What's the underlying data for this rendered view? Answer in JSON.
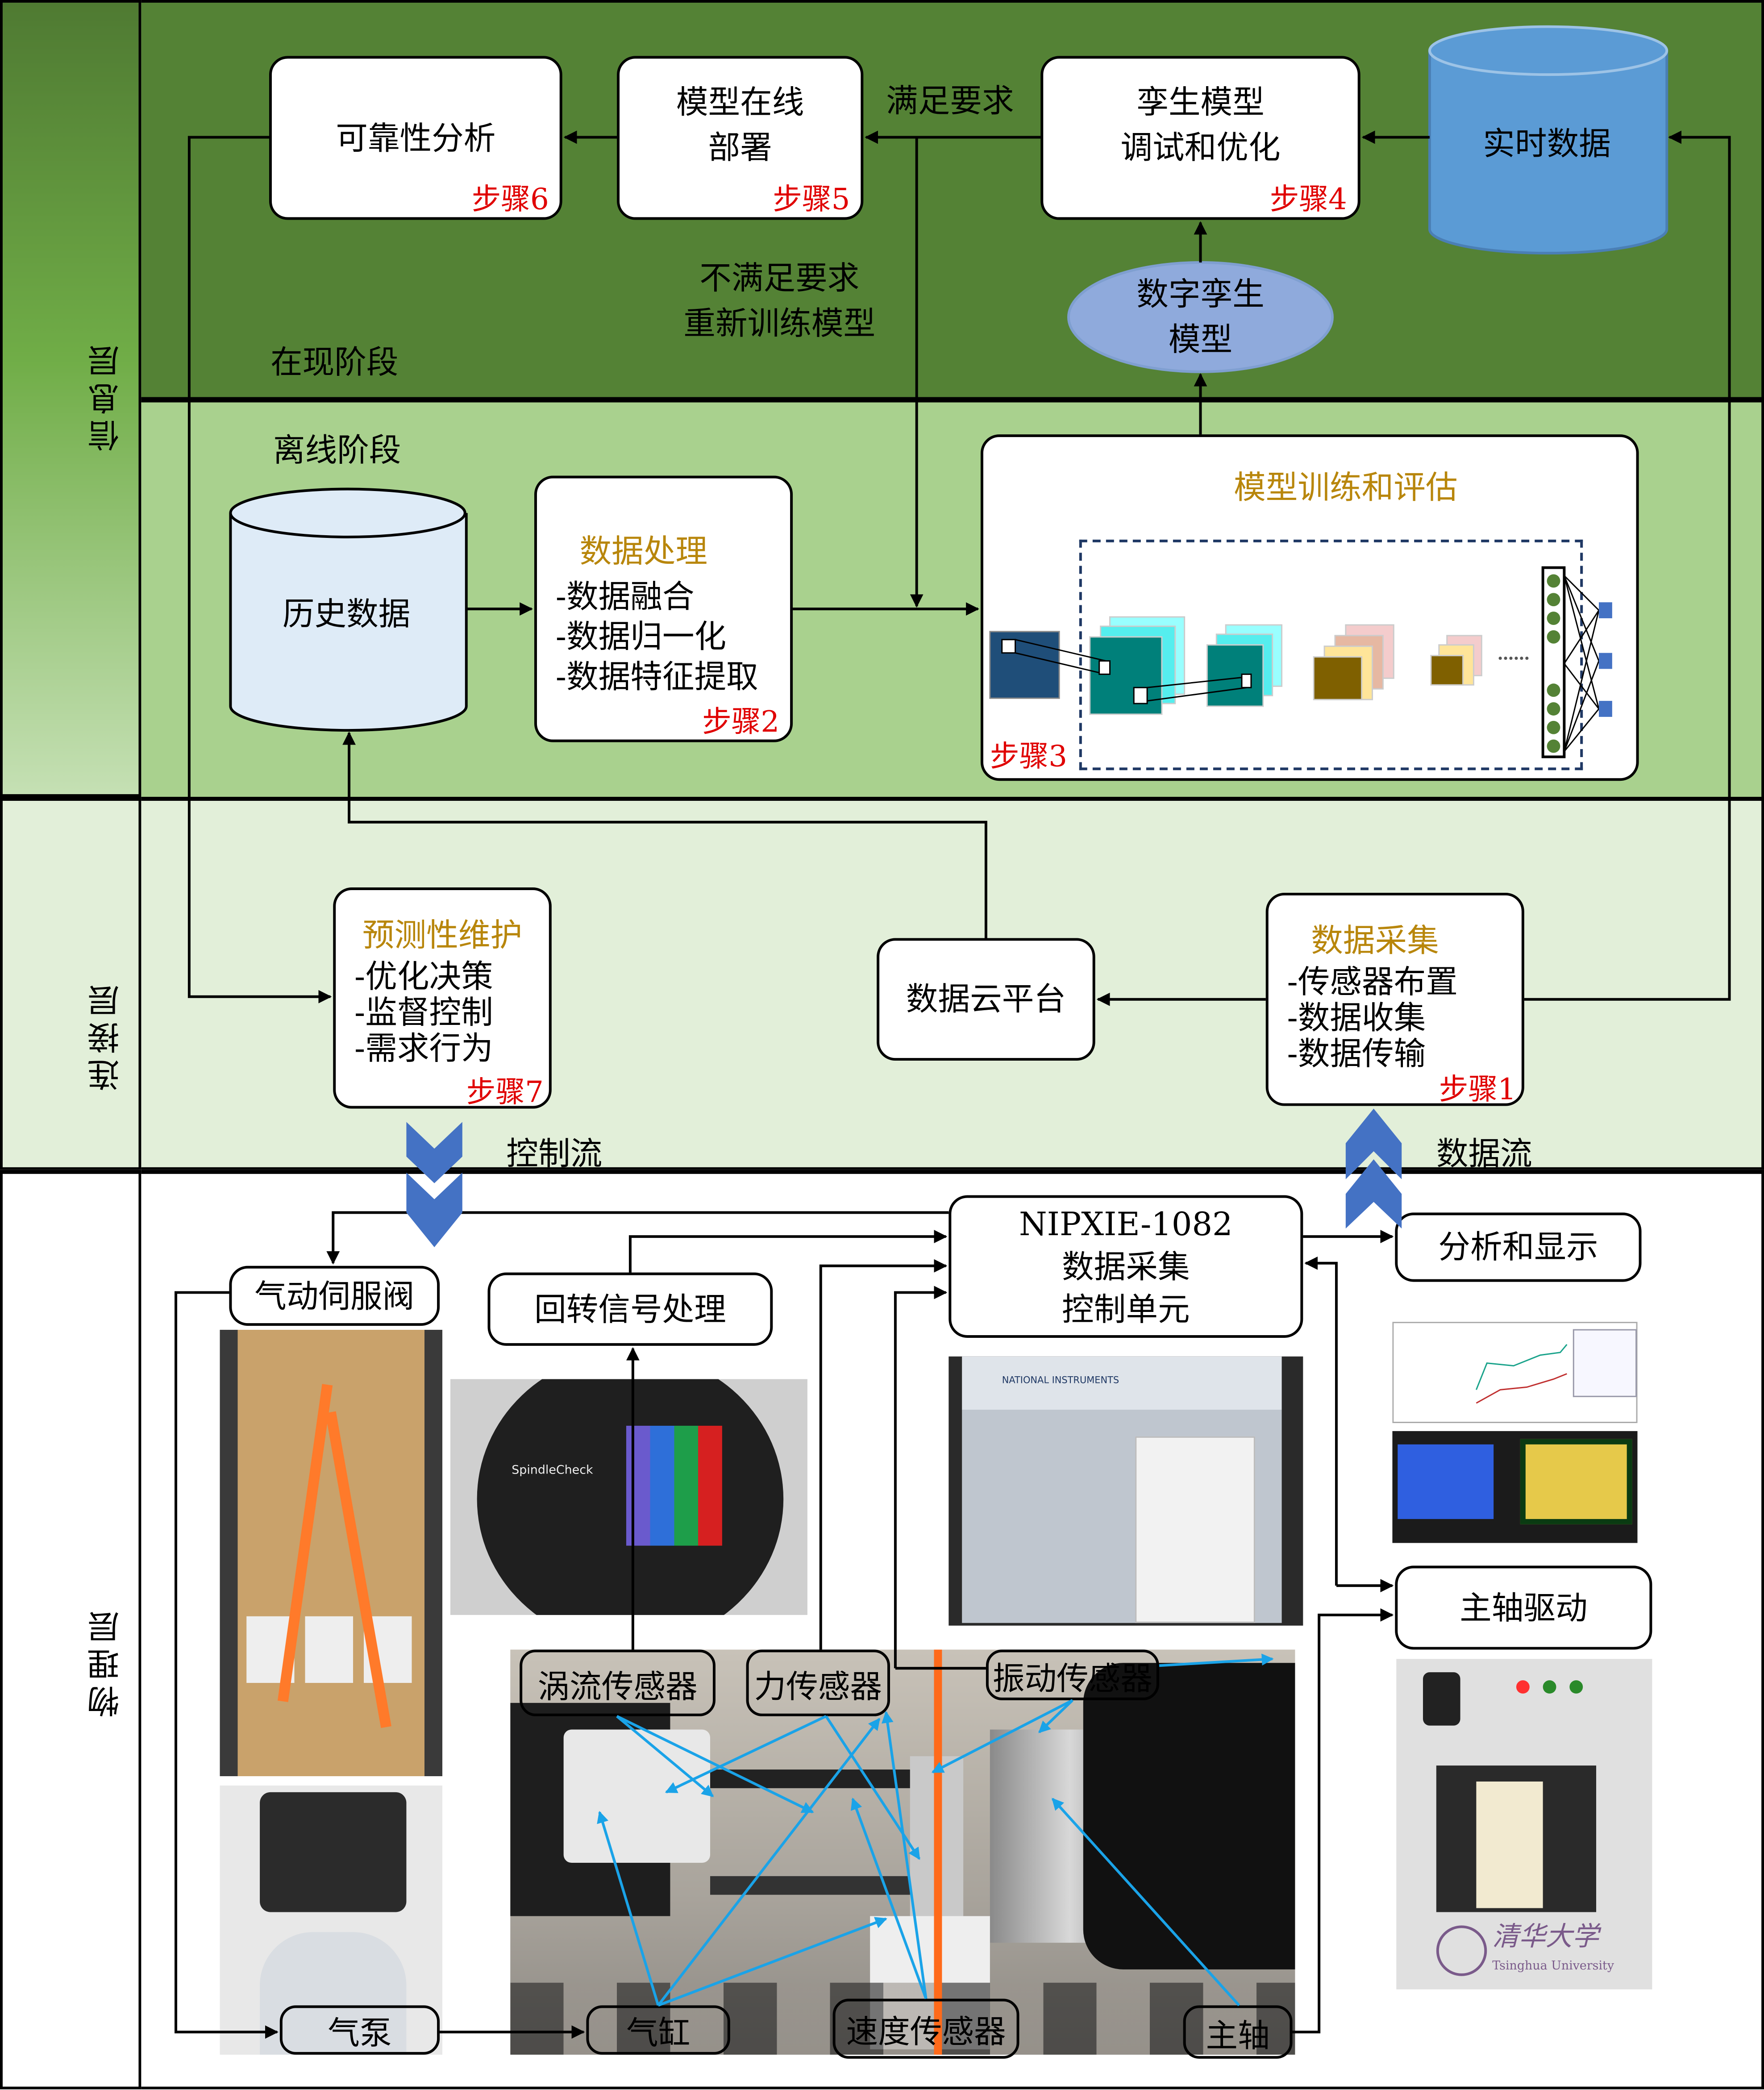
{
  "layers": {
    "info": "信息层",
    "connection": "连接层",
    "physical": "物理层"
  },
  "colors": {
    "online_bg": "#548235",
    "offline_bg": "#a9d18e",
    "connection_bg": "#e2efd9",
    "realtime_db": "#5b9bd5",
    "twin_ellipse": "#8faadc",
    "history_db": "#deebf7",
    "step": "#e00000",
    "heading": "#b8860b",
    "arrow_blue": "#4472c4",
    "pointer_cyan": "#1aa3e8"
  },
  "info": {
    "online_stage": "在现阶段",
    "offline_stage": "离线阶段",
    "reliability": {
      "label": "可靠性分析",
      "step": "步骤6"
    },
    "deploy": {
      "line1": "模型在线",
      "line2": "部署",
      "step": "步骤5"
    },
    "twin_tune": {
      "line1": "孪生模型",
      "line2": "调试和优化",
      "step": "步骤4"
    },
    "realtime_data": "实时数据",
    "satisfied": "满足要求",
    "unsatisfied": {
      "line1": "不满足要求",
      "line2": "重新训练模型"
    },
    "digital_twin": {
      "line1": "数字孪生",
      "line2": "模型"
    },
    "history_data": "历史数据",
    "processing": {
      "title": "数据处理",
      "items": [
        "-数据融合",
        "-数据归一化",
        "-数据特征提取"
      ],
      "step": "步骤2"
    },
    "training": {
      "title": "模型训练和评估",
      "step": "步骤3"
    }
  },
  "connection": {
    "maintenance": {
      "title": "预测性维护",
      "items": [
        "-优化决策",
        "-监督控制",
        "-需求行为"
      ],
      "step": "步骤7"
    },
    "cloud": "数据云平台",
    "acquisition": {
      "title": "数据采集",
      "items": [
        "-传感器布置",
        "-数据收集",
        "-数据传输"
      ],
      "step": "步骤1"
    },
    "control_flow": "控制流",
    "data_flow": "数据流"
  },
  "physical": {
    "ni_unit": {
      "line1": "NIPXIE-1082",
      "line2": "数据采集",
      "line3": "控制单元"
    },
    "analysis_display": "分析和显示",
    "servo_valve": "气动伺服阀",
    "rotary_signal": "回转信号处理",
    "spindle_drive": "主轴驱动",
    "eddy_sensor": "涡流传感器",
    "force_sensor": "力传感器",
    "vibration_sensor": "振动传感器",
    "air_pump": "气泵",
    "cylinder": "气缸",
    "speed_sensor": "速度传感器",
    "spindle": "主轴",
    "photo_text": {
      "ni_brand": "NATIONAL INSTRUMENTS",
      "spindlecheck": "SpindleCheck",
      "tsinghua": "清华大学",
      "tsinghua_en": "Tsinghua University"
    }
  }
}
